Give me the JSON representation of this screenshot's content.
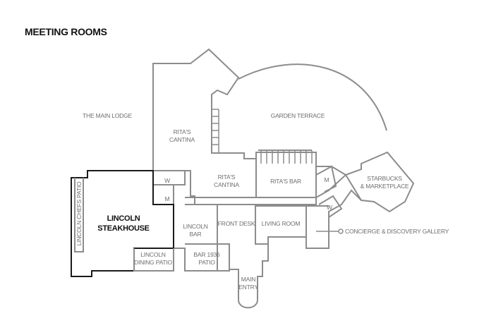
{
  "page_title": "MEETING ROOMS",
  "areas": {
    "main_lodge": "THE MAIN LODGE",
    "garden_terrace": "GARDEN TERRACE",
    "ritas_cantina_upper": [
      "RITA'S",
      "CANTINA"
    ],
    "ritas_cantina_lower": [
      "RITA'S",
      "CANTINA"
    ],
    "ritas_bar": "RITA'S BAR",
    "starbucks": [
      "STARBUCKS",
      "& MARKETPLACE"
    ],
    "lincoln_steakhouse": [
      "LINCOLN",
      "STEAKHOUSE"
    ],
    "lincoln_chefs_patio": "LINCOLN CHEFS PATIO",
    "lincoln_dining_patio": [
      "LINCOLN",
      "DINING PATIO"
    ],
    "lincoln_bar": [
      "LINCOLN",
      "BAR"
    ],
    "front_desk": "FRONT DESK",
    "living_room": "LIVING ROOM",
    "bar_1936_patio": [
      "BAR 1936",
      "PATIO"
    ],
    "main_entry": [
      "MAIN",
      "ENTRY"
    ],
    "concierge": "CONCIERGE & DISCOVERY GALLERY",
    "restroom_w_1": "W",
    "restroom_m_1": "M",
    "restroom_m_2": "M",
    "restroom_w_2": "W"
  }
}
